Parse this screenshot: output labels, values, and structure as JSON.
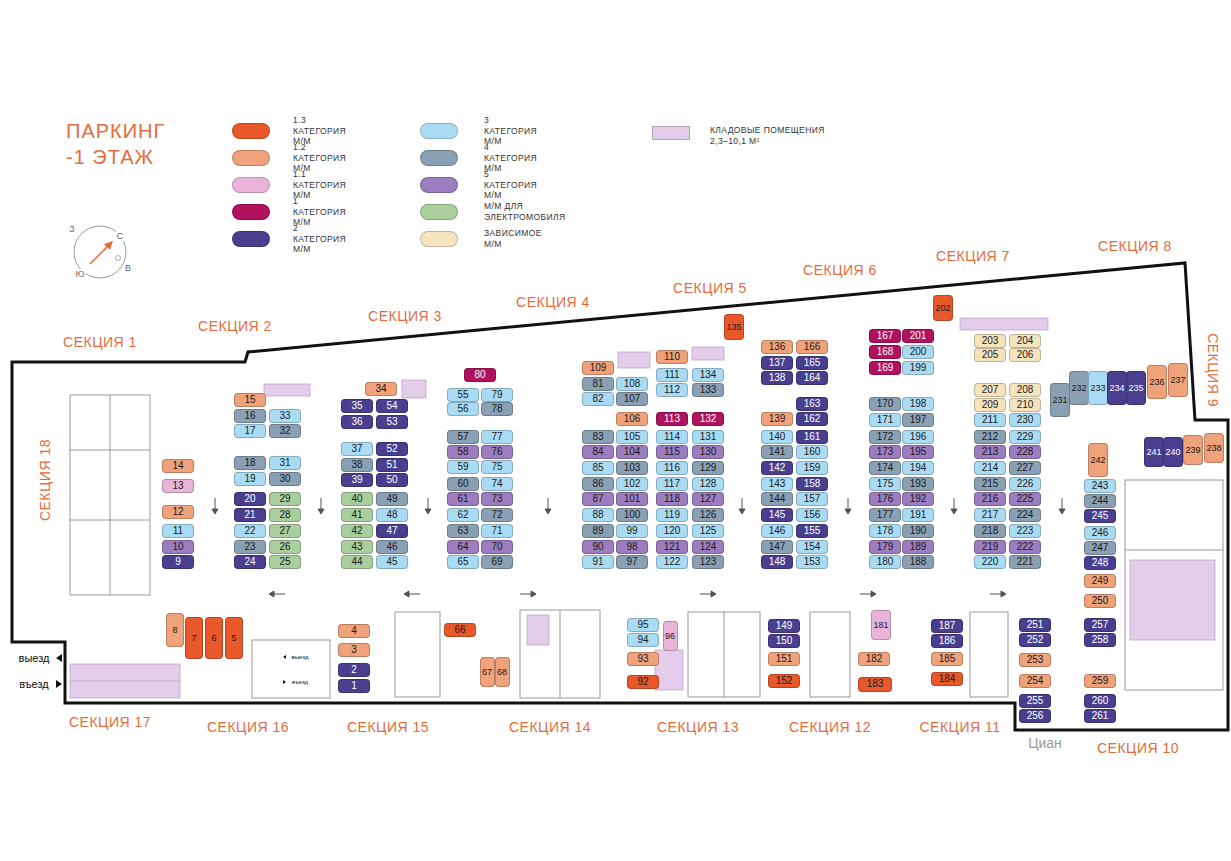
{
  "diagram": {
    "title": "ПАРКИНГ -1 ЭТАЖ",
    "nodes": [
      {
        "text": [
          "1"
        ]
      },
      {
        "text": [
          "2"
        ]
      },
      {
        "text": [
          "3"
        ]
      },
      {
        "text": [
          "4"
        ]
      },
      {
        "text": [
          "5"
        ]
      },
      {
        "text": [
          "6"
        ]
      },
      {
        "text": [
          "7"
        ]
      },
      {
        "text": [
          "8"
        ]
      },
      {
        "text": [
          "9"
        ]
      },
      {
        "text": [
          "10"
        ]
      },
      {
        "text": [
          "11"
        ]
      },
      {
        "text": [
          "12"
        ]
      },
      {
        "text": [
          "13"
        ]
      },
      {
        "text": [
          "14"
        ]
      },
      {
        "text": [
          "15"
        ]
      },
      {
        "text": [
          "16"
        ]
      },
      {
        "text": [
          "17"
        ]
      },
      {
        "text": [
          "18"
        ]
      },
      {
        "text": [
          "19"
        ]
      },
      {
        "text": [
          "20"
        ]
      },
      {
        "text": [
          "21"
        ]
      },
      {
        "text": [
          "22"
        ]
      },
      {
        "text": [
          "23"
        ]
      },
      {
        "text": [
          "24"
        ]
      },
      {
        "text": [
          "25"
        ]
      },
      {
        "text": [
          "26"
        ]
      },
      {
        "text": [
          "27"
        ]
      },
      {
        "text": [
          "28"
        ]
      },
      {
        "text": [
          "29"
        ]
      },
      {
        "text": [
          "30"
        ]
      },
      {
        "text": [
          "31"
        ]
      },
      {
        "text": [
          "32"
        ]
      },
      {
        "text": [
          "33"
        ]
      },
      {
        "text": [
          "34"
        ]
      },
      {
        "text": [
          "35"
        ]
      },
      {
        "text": [
          "36"
        ]
      },
      {
        "text": [
          "37"
        ]
      },
      {
        "text": [
          "38"
        ]
      },
      {
        "text": [
          "39"
        ]
      },
      {
        "text": [
          "40"
        ]
      },
      {
        "text": [
          "41"
        ]
      },
      {
        "text": [
          "42"
        ]
      },
      {
        "text": [
          "43"
        ]
      },
      {
        "text": [
          "44"
        ]
      },
      {
        "text": [
          "45"
        ]
      },
      {
        "text": [
          "46"
        ]
      },
      {
        "text": [
          "47"
        ]
      },
      {
        "text": [
          "48"
        ]
      },
      {
        "text": [
          "49"
        ]
      },
      {
        "text": [
          "50"
        ]
      },
      {
        "text": [
          "51"
        ]
      },
      {
        "text": [
          "52"
        ]
      },
      {
        "text": [
          "53"
        ]
      },
      {
        "text": [
          "54"
        ]
      },
      {
        "text": [
          "55"
        ]
      },
      {
        "text": [
          "56"
        ]
      },
      {
        "text": [
          "57"
        ]
      },
      {
        "text": [
          "58"
        ]
      },
      {
        "text": [
          "59"
        ]
      },
      {
        "text": [
          "60"
        ]
      },
      {
        "text": [
          "61"
        ]
      },
      {
        "text": [
          "62"
        ]
      },
      {
        "text": [
          "63"
        ]
      },
      {
        "text": [
          "64"
        ]
      },
      {
        "text": [
          "65"
        ]
      },
      {
        "text": [
          "66"
        ]
      },
      {
        "text": [
          "67"
        ]
      },
      {
        "text": [
          "68"
        ]
      },
      {
        "text": [
          "69"
        ]
      },
      {
        "text": [
          "70"
        ]
      },
      {
        "text": [
          "71"
        ]
      },
      {
        "text": [
          "72"
        ]
      },
      {
        "text": [
          "73"
        ]
      },
      {
        "text": [
          "74"
        ]
      },
      {
        "text": [
          "75"
        ]
      },
      {
        "text": [
          "76"
        ]
      },
      {
        "text": [
          "77"
        ]
      },
      {
        "text": [
          "78"
        ]
      },
      {
        "text": [
          "79"
        ]
      },
      {
        "text": [
          "80"
        ]
      },
      {
        "text": [
          "81"
        ]
      },
      {
        "text": [
          "82"
        ]
      },
      {
        "text": [
          "83"
        ]
      },
      {
        "text": [
          "84"
        ]
      },
      {
        "text": [
          "85"
        ]
      },
      {
        "text": [
          "86"
        ]
      },
      {
        "text": [
          "87"
        ]
      },
      {
        "text": [
          "88"
        ]
      },
      {
        "text": [
          "89"
        ]
      },
      {
        "text": [
          "90"
        ]
      },
      {
        "text": [
          "91"
        ]
      },
      {
        "text": [
          "92"
        ]
      },
      {
        "text": [
          "93"
        ]
      },
      {
        "text": [
          "94"
        ]
      },
      {
        "text": [
          "95"
        ]
      },
      {
        "text": [
          "96"
        ]
      },
      {
        "text": [
          "97"
        ]
      },
      {
        "text": [
          "98"
        ]
      },
      {
        "text": [
          "99"
        ]
      },
      {
        "text": [
          "100"
        ]
      },
      {
        "text": [
          "101"
        ]
      },
      {
        "text": [
          "102"
        ]
      },
      {
        "text": [
          "103"
        ]
      },
      {
        "text": [
          "104"
        ]
      },
      {
        "text": [
          "105"
        ]
      },
      {
        "text": [
          "106"
        ]
      },
      {
        "text": [
          "107"
        ]
      },
      {
        "text": [
          "108"
        ]
      },
      {
        "text": [
          "109"
        ]
      },
      {
        "text": [
          "110"
        ]
      },
      {
        "text": [
          "111"
        ]
      },
      {
        "text": [
          "112"
        ]
      },
      {
        "text": [
          "113"
        ]
      },
      {
        "text": [
          "114"
        ]
      },
      {
        "text": [
          "115"
        ]
      },
      {
        "text": [
          "116"
        ]
      },
      {
        "text": [
          "117"
        ]
      },
      {
        "text": [
          "118"
        ]
      },
      {
        "text": [
          "119"
        ]
      },
      {
        "text": [
          "120"
        ]
      },
      {
        "text": [
          "121"
        ]
      },
      {
        "text": [
          "122"
        ]
      },
      {
        "text": [
          "123"
        ]
      },
      {
        "text": [
          "124"
        ]
      },
      {
        "text": [
          "125"
        ]
      },
      {
        "text": [
          "126"
        ]
      },
      {
        "text": [
          "127"
        ]
      },
      {
        "text": [
          "128"
        ]
      },
      {
        "text": [
          "129"
        ]
      },
      {
        "text": [
          "130"
        ]
      },
      {
        "text": [
          "131"
        ]
      },
      {
        "text": [
          "132"
        ]
      },
      {
        "text": [
          "133"
        ]
      },
      {
        "text": [
          "134"
        ]
      },
      {
        "text": [
          "135"
        ]
      },
      {
        "text": [
          "136"
        ]
      },
      {
        "text": [
          "137"
        ]
      },
      {
        "text": [
          "138"
        ]
      },
      {
        "text": [
          "139"
        ]
      },
      {
        "text": [
          "140"
        ]
      },
      {
        "text": [
          "141"
        ]
      },
      {
        "text": [
          "142"
        ]
      },
      {
        "text": [
          "143"
        ]
      },
      {
        "text": [
          "144"
        ]
      },
      {
        "text": [
          "145"
        ]
      },
      {
        "text": [
          "146"
        ]
      },
      {
        "text": [
          "147"
        ]
      },
      {
        "text": [
          "148"
        ]
      },
      {
        "text": [
          "149"
        ]
      },
      {
        "text": [
          "150"
        ]
      },
      {
        "text": [
          "151"
        ]
      },
      {
        "text": [
          "152"
        ]
      },
      {
        "text": [
          "153"
        ]
      },
      {
        "text": [
          "154"
        ]
      },
      {
        "text": [
          "155"
        ]
      },
      {
        "text": [
          "156"
        ]
      },
      {
        "text": [
          "157"
        ]
      },
      {
        "text": [
          "158"
        ]
      },
      {
        "text": [
          "159"
        ]
      },
      {
        "text": [
          "160"
        ]
      },
      {
        "text": [
          "161"
        ]
      },
      {
        "text": [
          "162"
        ]
      },
      {
        "text": [
          "163"
        ]
      },
      {
        "text": [
          "164"
        ]
      },
      {
        "text": [
          "165"
        ]
      },
      {
        "text": [
          "166"
        ]
      },
      {
        "text": [
          "167"
        ]
      },
      {
        "text": [
          "168"
        ]
      },
      {
        "text": [
          "169"
        ]
      },
      {
        "text": [
          "170"
        ]
      },
      {
        "text": [
          "171"
        ]
      },
      {
        "text": [
          "172"
        ]
      },
      {
        "text": [
          "173"
        ]
      },
      {
        "text": [
          "174"
        ]
      },
      {
        "text": [
          "175"
        ]
      },
      {
        "text": [
          "176"
        ]
      },
      {
        "text": [
          "177"
        ]
      },
      {
        "text": [
          "178"
        ]
      },
      {
        "text": [
          "179"
        ]
      },
      {
        "text": [
          "180"
        ]
      },
      {
        "text": [
          "181"
        ]
      },
      {
        "text": [
          "182"
        ]
      },
      {
        "text": [
          "183"
        ]
      },
      {
        "text": [
          "184"
        ]
      },
      {
        "text": [
          "185"
        ]
      },
      {
        "text": [
          "186"
        ]
      },
      {
        "text": [
          "187"
        ]
      },
      {
        "text": [
          "188"
        ]
      },
      {
        "text": [
          "189"
        ]
      },
      {
        "text": [
          "190"
        ]
      },
      {
        "text": [
          "191"
        ]
      },
      {
        "text": [
          "192"
        ]
      },
      {
        "text": [
          "193"
        ]
      },
      {
        "text": [
          "194"
        ]
      },
      {
        "text": [
          "195"
        ]
      },
      {
        "text": [
          "196"
        ]
      },
      {
        "text": [
          "197"
        ]
      },
      {
        "text": [
          "198"
        ]
      },
      {
        "text": [
          "199"
        ]
      },
      {
        "text": [
          "200"
        ]
      },
      {
        "text": [
          "201"
        ]
      },
      {
        "text": [
          "202"
        ]
      },
      {
        "text": [
          "203"
        ]
      },
      {
        "text": [
          "204"
        ]
      },
      {
        "text": [
          "205"
        ]
      },
      {
        "text": [
          "206"
        ]
      },
      {
        "text": [
          "207"
        ]
      },
      {
        "text": [
          "208"
        ]
      },
      {
        "text": [
          "209"
        ]
      },
      {
        "text": [
          "210"
        ]
      },
      {
        "text": [
          "211"
        ]
      },
      {
        "text": [
          "212"
        ]
      },
      {
        "text": [
          "213"
        ]
      },
      {
        "text": [
          "214"
        ]
      },
      {
        "text": [
          "215"
        ]
      },
      {
        "text": [
          "216"
        ]
      },
      {
        "text": [
          "217"
        ]
      },
      {
        "text": [
          "218"
        ]
      },
      {
        "text": [
          "219"
        ]
      },
      {
        "text": [
          "220"
        ]
      },
      {
        "text": [
          "221"
        ]
      },
      {
        "text": [
          "222"
        ]
      },
      {
        "text": [
          "223"
        ]
      },
      {
        "text": [
          "224"
        ]
      },
      {
        "text": [
          "225"
        ]
      },
      {
        "text": [
          "226"
        ]
      },
      {
        "text": [
          "227"
        ]
      },
      {
        "text": [
          "228"
        ]
      },
      {
        "text": [
          "229"
        ]
      },
      {
        "text": [
          "230"
        ]
      },
      {
        "text": [
          "231"
        ]
      },
      {
        "text": [
          "232"
        ]
      },
      {
        "text": [
          "233"
        ]
      },
      {
        "text": [
          "234"
        ]
      },
      {
        "text": [
          "235"
        ]
      },
      {
        "text": [
          "236"
        ]
      },
      {
        "text": [
          "237"
        ]
      },
      {
        "text": [
          "238"
        ]
      },
      {
        "text": [
          "239"
        ]
      },
      {
        "text": [
          "240"
        ]
      },
      {
        "text": [
          "241"
        ]
      },
      {
        "text": [
          "242"
        ]
      },
      {
        "text": [
          "243"
        ]
      },
      {
        "text": [
          "244"
        ]
      },
      {
        "text": [
          "245"
        ]
      },
      {
        "text": [
          "246"
        ]
      },
      {
        "text": [
          "247"
        ]
      },
      {
        "text": [
          "248"
        ]
      },
      {
        "text": [
          "249"
        ]
      },
      {
        "text": [
          "250"
        ]
      },
      {
        "text": [
          "251"
        ]
      },
      {
        "text": [
          "252"
        ]
      },
      {
        "text": [
          "253"
        ]
      },
      {
        "text": [
          "254"
        ]
      },
      {
        "text": [
          "255"
        ]
      },
      {
        "text": [
          "256"
        ]
      },
      {
        "text": [
          "257"
        ]
      },
      {
        "text": [
          "258"
        ]
      },
      {
        "text": [
          "259"
        ]
      },
      {
        "text": [
          "260"
        ]
      },
      {
        "text": [
          "261"
        ]
      }
    ],
    "labels": [
      "СЕКЦИЯ 1",
      "СЕКЦИЯ 2",
      "СЕКЦИЯ 3",
      "СЕКЦИЯ 4",
      "СЕКЦИЯ 5",
      "СЕКЦИЯ 6",
      "СЕКЦИЯ 7",
      "СЕКЦИЯ 8",
      "СЕКЦИЯ 9",
      "СЕКЦИЯ 10",
      "СЕКЦИЯ 11",
      "СЕКЦИЯ 12",
      "СЕКЦИЯ 13",
      "СЕКЦИЯ 14",
      "СЕКЦИЯ 15",
      "СЕКЦИЯ 16",
      "СЕКЦИЯ 17",
      "СЕКЦИЯ 18",
      "выезд",
      "въезд",
      "выезд",
      "въезд",
      "С",
      "З",
      "В",
      "Ю",
      "Циан"
    ],
    "legend": [
      {
        "text": "1.3 КАТЕГОРИЯ М/М",
        "color": "#e8582a"
      },
      {
        "text": "1.2 КАТЕГОРИЯ М/М",
        "color": "#f0a27a"
      },
      {
        "text": "1.1 КАТЕГОРИЯ М/М",
        "color": "#eab4d8"
      },
      {
        "text": "1 КАТЕГОРИЯ М/М",
        "color": "#b0125e"
      },
      {
        "text": "2 КАТЕГОРИЯ М/М",
        "color": "#4a3f8f"
      },
      {
        "text": "3 КАТЕГОРИЯ М/М",
        "color": "#a9dcf4"
      },
      {
        "text": "4 КАТЕГОРИЯ М/М",
        "color": "#8aa0b4"
      },
      {
        "text": "5 КАТЕГОРИЯ М/М",
        "color": "#9b7dc0"
      },
      {
        "text": "М/М ДЛЯ ЭЛЕКТРОМОБИЛЯ",
        "color": "#a9cf9f"
      },
      {
        "text": "ЗАВИСИМОЕ М/М",
        "color": "#f6e4bf"
      },
      {
        "text": "КЛАДОВЫЕ ПОМЕЩЕНИЯ 2,3–10,1 М²",
        "color": "#e3cdea"
      }
    ]
  }
}
